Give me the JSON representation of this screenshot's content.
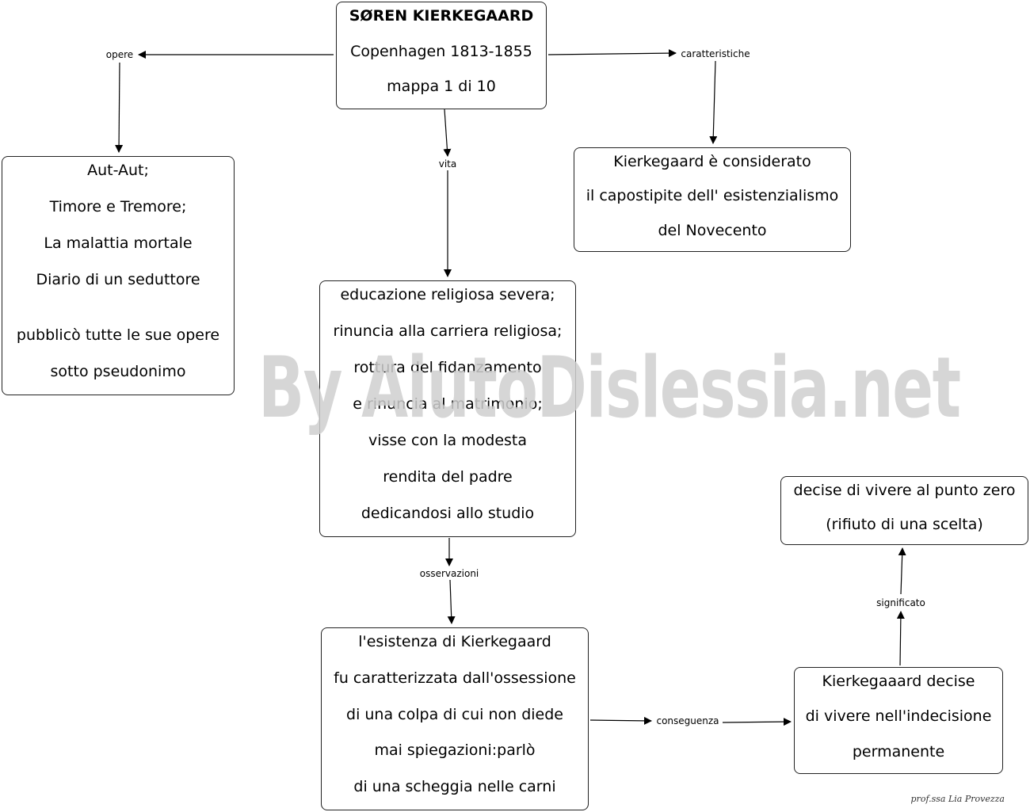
{
  "nodes": {
    "title": {
      "name": "SØREN KIERKEGAARD",
      "place_dates": "Copenhagen 1813-1855",
      "map_index": "mappa 1 di 10"
    },
    "works": {
      "lines": [
        "Aut-Aut;",
        "Timore e Tremore;",
        "La malattia mortale",
        "Diario di un seduttore"
      ],
      "note_lines": [
        "pubblicò tutte le sue opere",
        "sotto pseudonimo"
      ]
    },
    "characteristics": {
      "lines": [
        "Kierkegaard è considerato",
        "il capostipite dell' esistenzialismo",
        "del Novecento"
      ]
    },
    "life": {
      "lines": [
        "educazione religiosa severa;",
        "rinuncia alla carriera religiosa;",
        "rottura del fidanzamento",
        "e rinuncia al matrimonio;",
        "visse con la modesta",
        "rendita del padre",
        "dedicandosi allo studio"
      ]
    },
    "existence": {
      "lines": [
        "l'esistenza di Kierkegaard",
        "fu caratterizzata dall'ossessione",
        "di una colpa di cui non diede",
        "mai spiegazioni:parlò",
        "di una scheggia nelle carni"
      ]
    },
    "indecision": {
      "lines": [
        "Kierkegaaard decise",
        "di vivere nell'indecisione",
        "permanente"
      ]
    },
    "zero_point": {
      "lines": [
        "decise di vivere al punto zero",
        "(rifiuto di una scelta)"
      ]
    }
  },
  "edges": {
    "opere": "opere",
    "caratteristiche": "caratteristiche",
    "vita": "vita",
    "osservazioni": "osservazioni",
    "conseguenza": "conseguenza",
    "significato": "significato"
  },
  "watermark": "By AiutoDislessia.net",
  "signature": "prof.ssa Lia Provezza"
}
